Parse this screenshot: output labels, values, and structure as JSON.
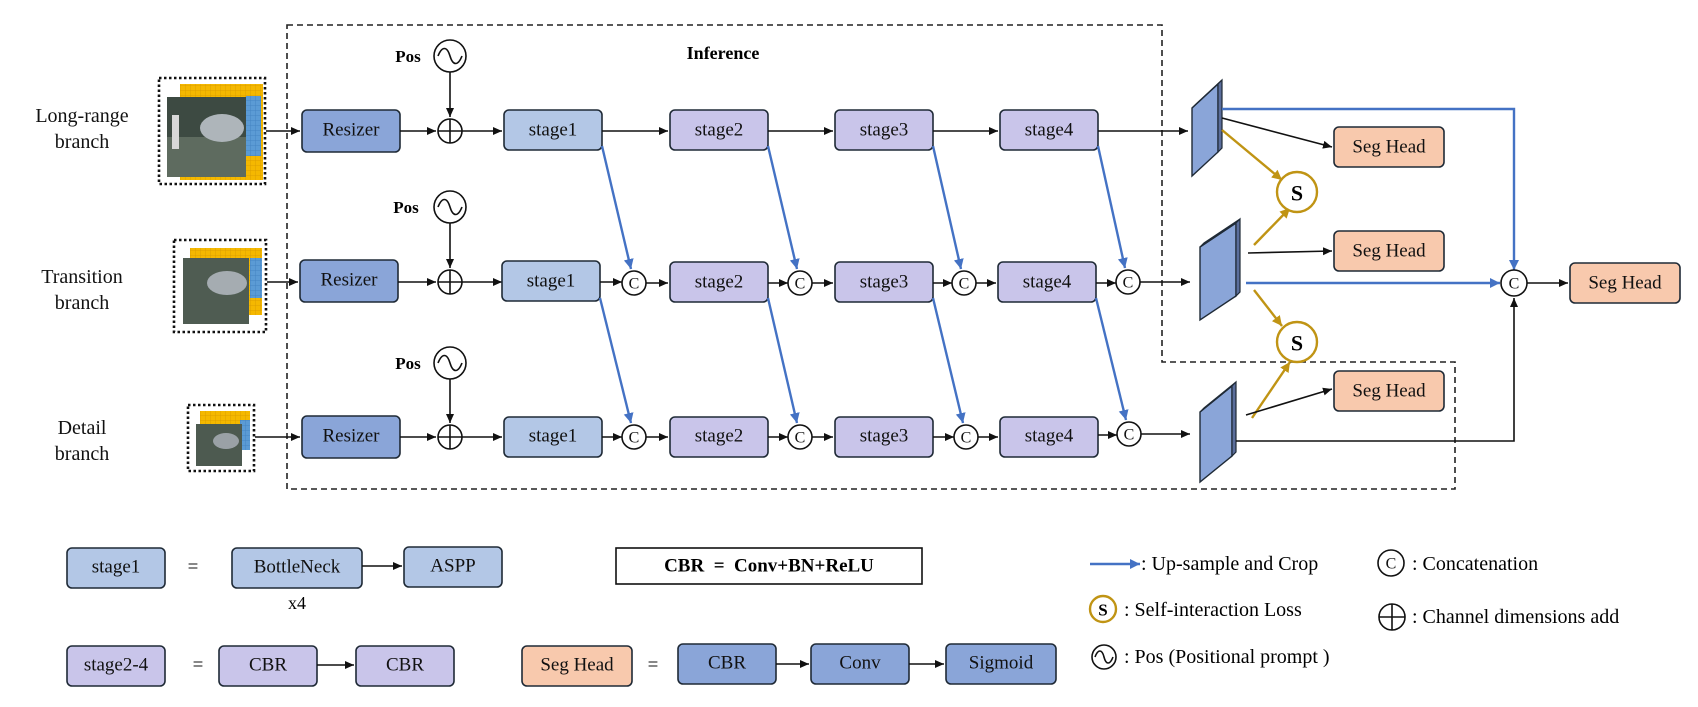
{
  "inference_label": "Inference",
  "pos_label": "Pos",
  "branches": [
    {
      "line1": "Long-range",
      "line2": "branch"
    },
    {
      "line1": "Transition",
      "line2": "branch"
    },
    {
      "line1": "Detail",
      "line2": "branch"
    }
  ],
  "blocks": {
    "resizer": "Resizer",
    "stage1": "stage1",
    "stage2": "stage2",
    "stage3": "stage3",
    "stage4": "stage4",
    "seg_head": "Seg Head"
  },
  "concat_symbol": "C",
  "self_interaction_symbol": "S",
  "legend": {
    "stage1_def": {
      "name": "stage1",
      "equals": "=",
      "a": "BottleNeck",
      "a_mult": "x4",
      "b": "ASPP"
    },
    "stage24_def": {
      "name": "stage2-4",
      "equals": "=",
      "a": "CBR",
      "b": "CBR"
    },
    "cbr_def": "CBR  =  Conv+BN+ReLU",
    "seghead_def": {
      "name": "Seg Head",
      "equals": "=",
      "a": "CBR",
      "b": "Conv",
      "c": "Sigmoid"
    },
    "upsample": ": Up-sample and Crop",
    "concat": ": Concatenation",
    "self_loss": ": Self-interaction Loss",
    "channel_add": ": Channel dimensions add",
    "pos_prompt": ": Pos (Positional prompt )"
  },
  "colors": {
    "up_sample_arrow": "#4472c4",
    "self_interaction": "#c09414",
    "resizer": "#8aa5d8",
    "stage1": "#b3c7e6",
    "stages": "#c9c5ea",
    "seg_head": "#f8c9ad"
  }
}
